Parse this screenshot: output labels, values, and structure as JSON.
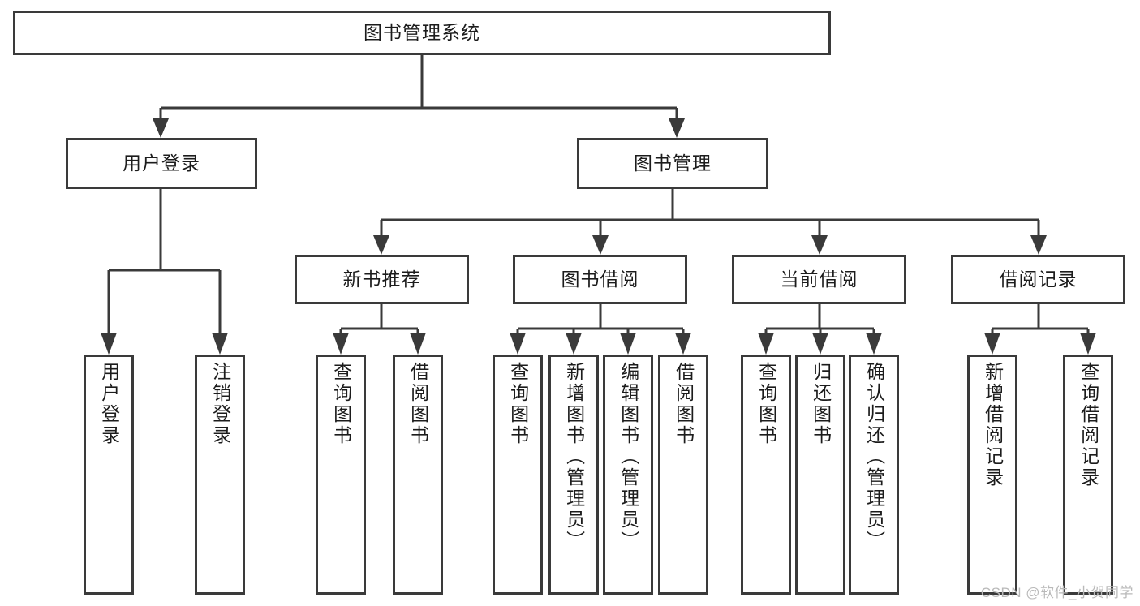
{
  "diagram": {
    "title": "图书管理系统",
    "type": "tree-hierarchy",
    "stroke_color": "#3a3a3a",
    "fill_color": "#ffffff",
    "text_color": "#1c1c1c"
  },
  "nodes": {
    "root": {
      "label": "图书管理系统"
    },
    "level2": [
      {
        "label": "用户登录"
      },
      {
        "label": "图书管理"
      }
    ],
    "level3": [
      {
        "label": "新书推荐"
      },
      {
        "label": "图书借阅"
      },
      {
        "label": "当前借阅"
      },
      {
        "label": "借阅记录"
      }
    ],
    "leaves": [
      {
        "label": "用户登录"
      },
      {
        "label": "注销登录"
      },
      {
        "label": "查询图书"
      },
      {
        "label": "借阅图书"
      },
      {
        "label": "查询图书"
      },
      {
        "label": "新增图书（管理员）"
      },
      {
        "label": "编辑图书（管理员）"
      },
      {
        "label": "借阅图书"
      },
      {
        "label": "查询图书"
      },
      {
        "label": "归还图书"
      },
      {
        "label": "确认归还（管理员）"
      },
      {
        "label": "新增借阅记录"
      },
      {
        "label": "查询借阅记录"
      }
    ]
  },
  "watermark": {
    "text": "CSDN @软件_小贺同学"
  }
}
